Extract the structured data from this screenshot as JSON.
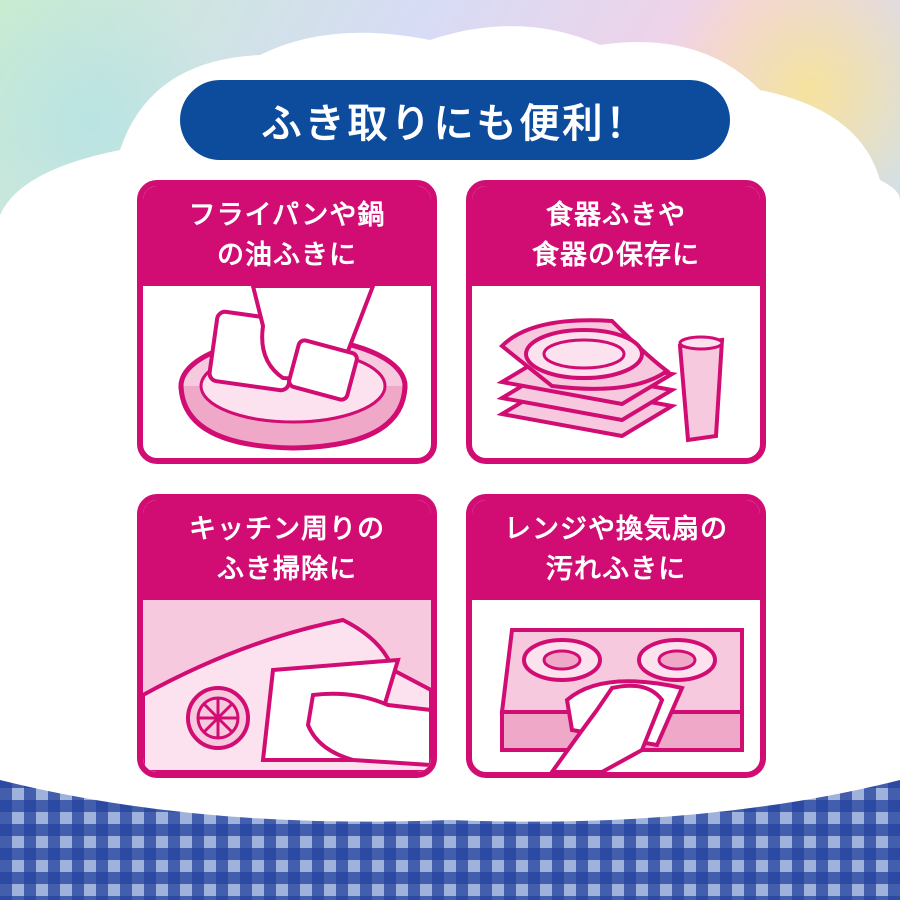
{
  "title": "ふき取りにも便利！",
  "colors": {
    "title_background": "#0d4c9c",
    "card_accent": "#d10c73",
    "card_fill": "#f7c9de",
    "check_pattern": "#23429e"
  },
  "cards": [
    {
      "line1": "フライパンや鍋",
      "line2": "の油ふきに",
      "icon": "frying-pan-wipe-icon"
    },
    {
      "line1": "食器ふきや",
      "line2": "食器の保存に",
      "icon": "stacked-plates-glass-icon"
    },
    {
      "line1": "キッチン周りの",
      "line2": "ふき掃除に",
      "icon": "sink-wipe-icon"
    },
    {
      "line1": "レンジや換気扇の",
      "line2": "汚れふきに",
      "icon": "stove-wipe-icon"
    }
  ]
}
